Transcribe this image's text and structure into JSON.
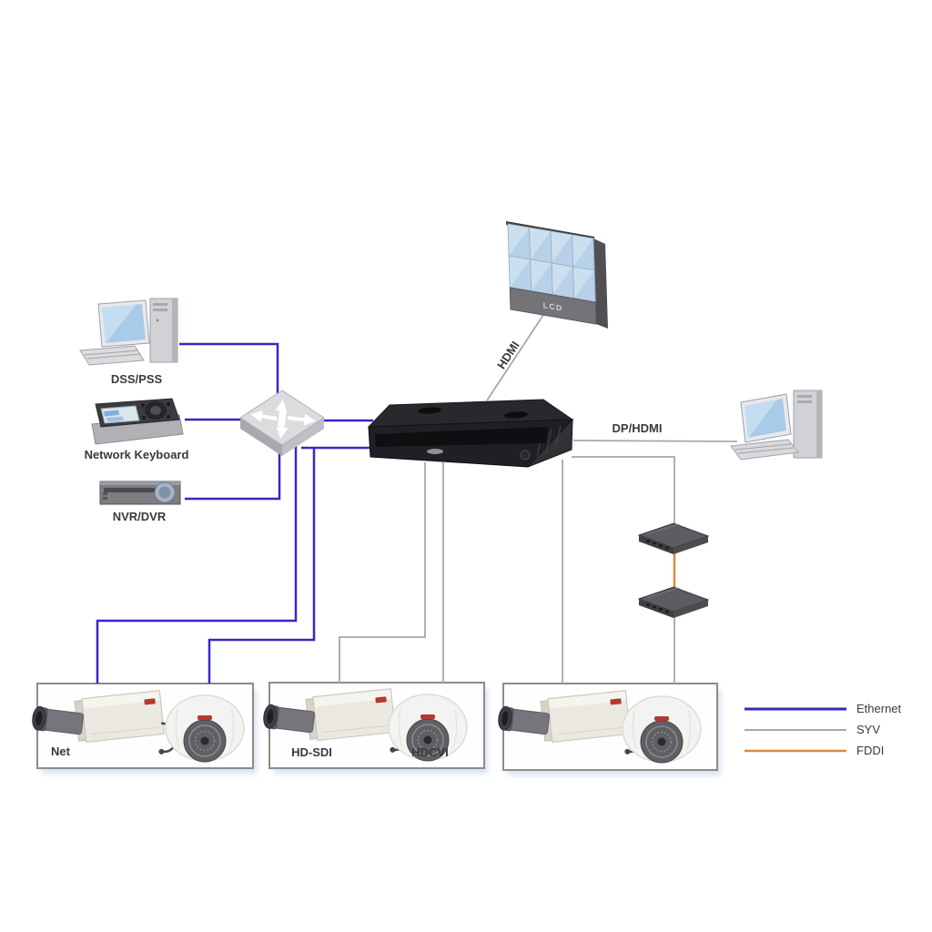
{
  "labels": {
    "dss_pss": "DSS/PSS",
    "network_keyboard": "Network Keyboard",
    "nvr_dvr": "NVR/DVR",
    "hdmi": "HDMI",
    "dp_hdmi": "DP/HDMI",
    "lcd": "LCD",
    "net": "Net",
    "hd_sdi": "HD-SDI",
    "hdcvi": "HDCVI"
  },
  "legend": {
    "items": [
      {
        "label": "Ethernet",
        "color": "#3428c8"
      },
      {
        "label": "SYV",
        "color": "#a8a8a8"
      },
      {
        "label": "FDDI",
        "color": "#e0883f"
      }
    ]
  }
}
